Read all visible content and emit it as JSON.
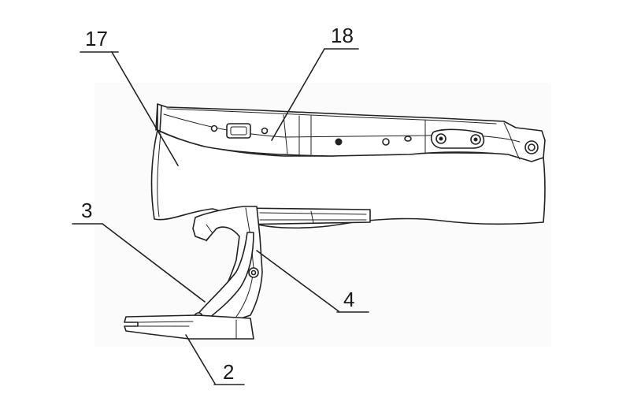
{
  "labels": {
    "part_17": "17",
    "part_18": "18",
    "part_3": "3",
    "part_4": "4",
    "part_2": "2"
  },
  "colors": {
    "line": "#222222",
    "background": "#ffffff",
    "panel_shade": "#f4f4f4"
  }
}
